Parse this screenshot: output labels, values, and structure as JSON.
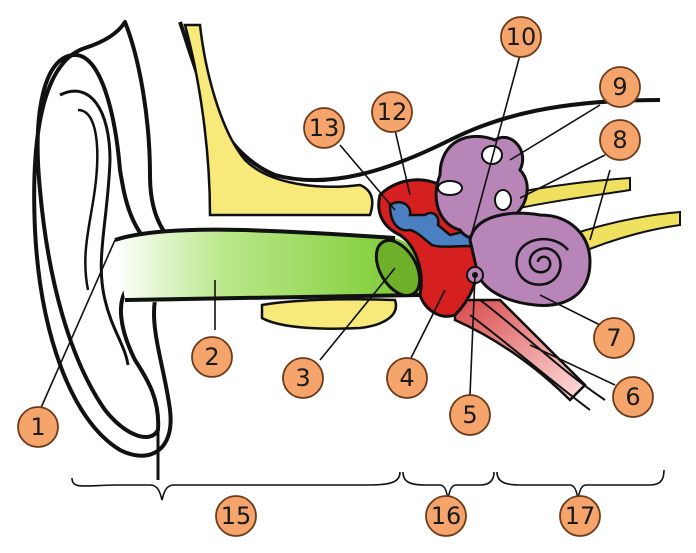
{
  "diagram": {
    "labels": [
      "1",
      "2",
      "3",
      "4",
      "5",
      "6",
      "7",
      "8",
      "9",
      "10",
      "12",
      "13",
      "15",
      "16",
      "17"
    ],
    "colors": {
      "cartilage": "#f7ea7a",
      "canal": "#8cd63a",
      "eardrum": "#6fb02a",
      "middle_ear": "#d61f1f",
      "ossicles": "#4a7fc1",
      "labyrinth": "#b885b8",
      "nerve": "#f0e060",
      "tube": "#e8a3a3",
      "badge": "#f5a46b"
    }
  }
}
